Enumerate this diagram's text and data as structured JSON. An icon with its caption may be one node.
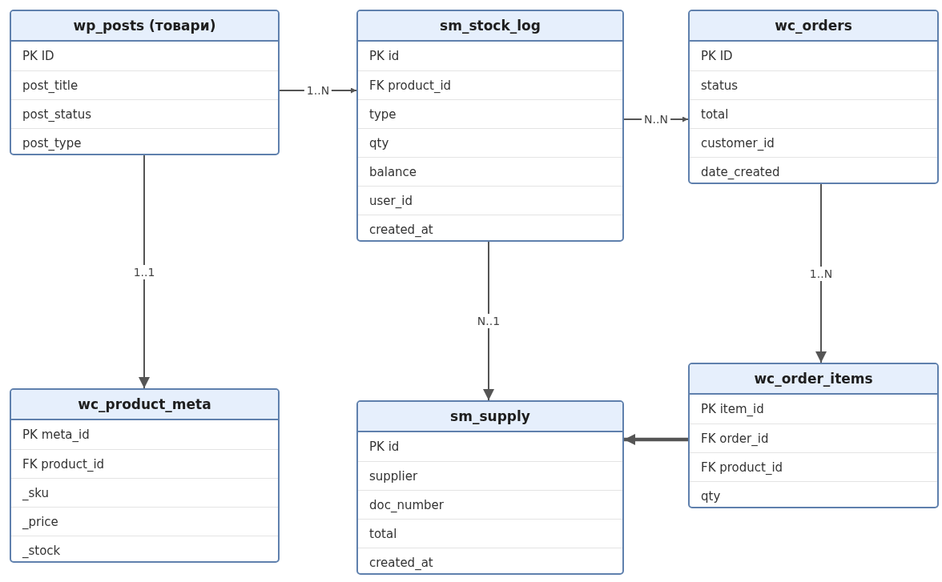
{
  "diagram": {
    "nodes": [
      {
        "text": [
          "wp_posts (товари)",
          "PK ID",
          "post_title",
          "post_status",
          "post_type"
        ]
      },
      {
        "text": [
          "sm_stock_log",
          "PK id",
          "FK product_id",
          "type",
          "qty",
          "balance",
          "user_id",
          "created_at"
        ]
      },
      {
        "text": [
          "wc_orders",
          "PK ID",
          "status",
          "total",
          "customer_id",
          "date_created"
        ]
      },
      {
        "text": [
          "wc_product_meta",
          "PK meta_id",
          "FK product_id",
          "_sku",
          "_price",
          "_stock"
        ]
      },
      {
        "text": [
          "sm_supply",
          "PK id",
          "supplier",
          "doc_number",
          "total",
          "created_at"
        ]
      },
      {
        "text": [
          "wc_order_items",
          "PK item_id",
          "FK order_id",
          "FK product_id",
          "qty"
        ]
      }
    ],
    "edges": [
      {
        "from": 0,
        "to": 1,
        "arrow": "to",
        "label": "1..N"
      },
      {
        "from": 1,
        "to": 2,
        "arrow": "to",
        "label": "N..N"
      },
      {
        "from": 0,
        "to": 3,
        "arrow": "to",
        "label": "1..1"
      },
      {
        "from": 1,
        "to": 4,
        "arrow": "to",
        "label": "N..1"
      },
      {
        "from": 2,
        "to": 5,
        "arrow": "to",
        "label": "1..N"
      },
      {
        "from": 5,
        "to": 4,
        "arrow": "to",
        "style": "thick"
      }
    ]
  }
}
